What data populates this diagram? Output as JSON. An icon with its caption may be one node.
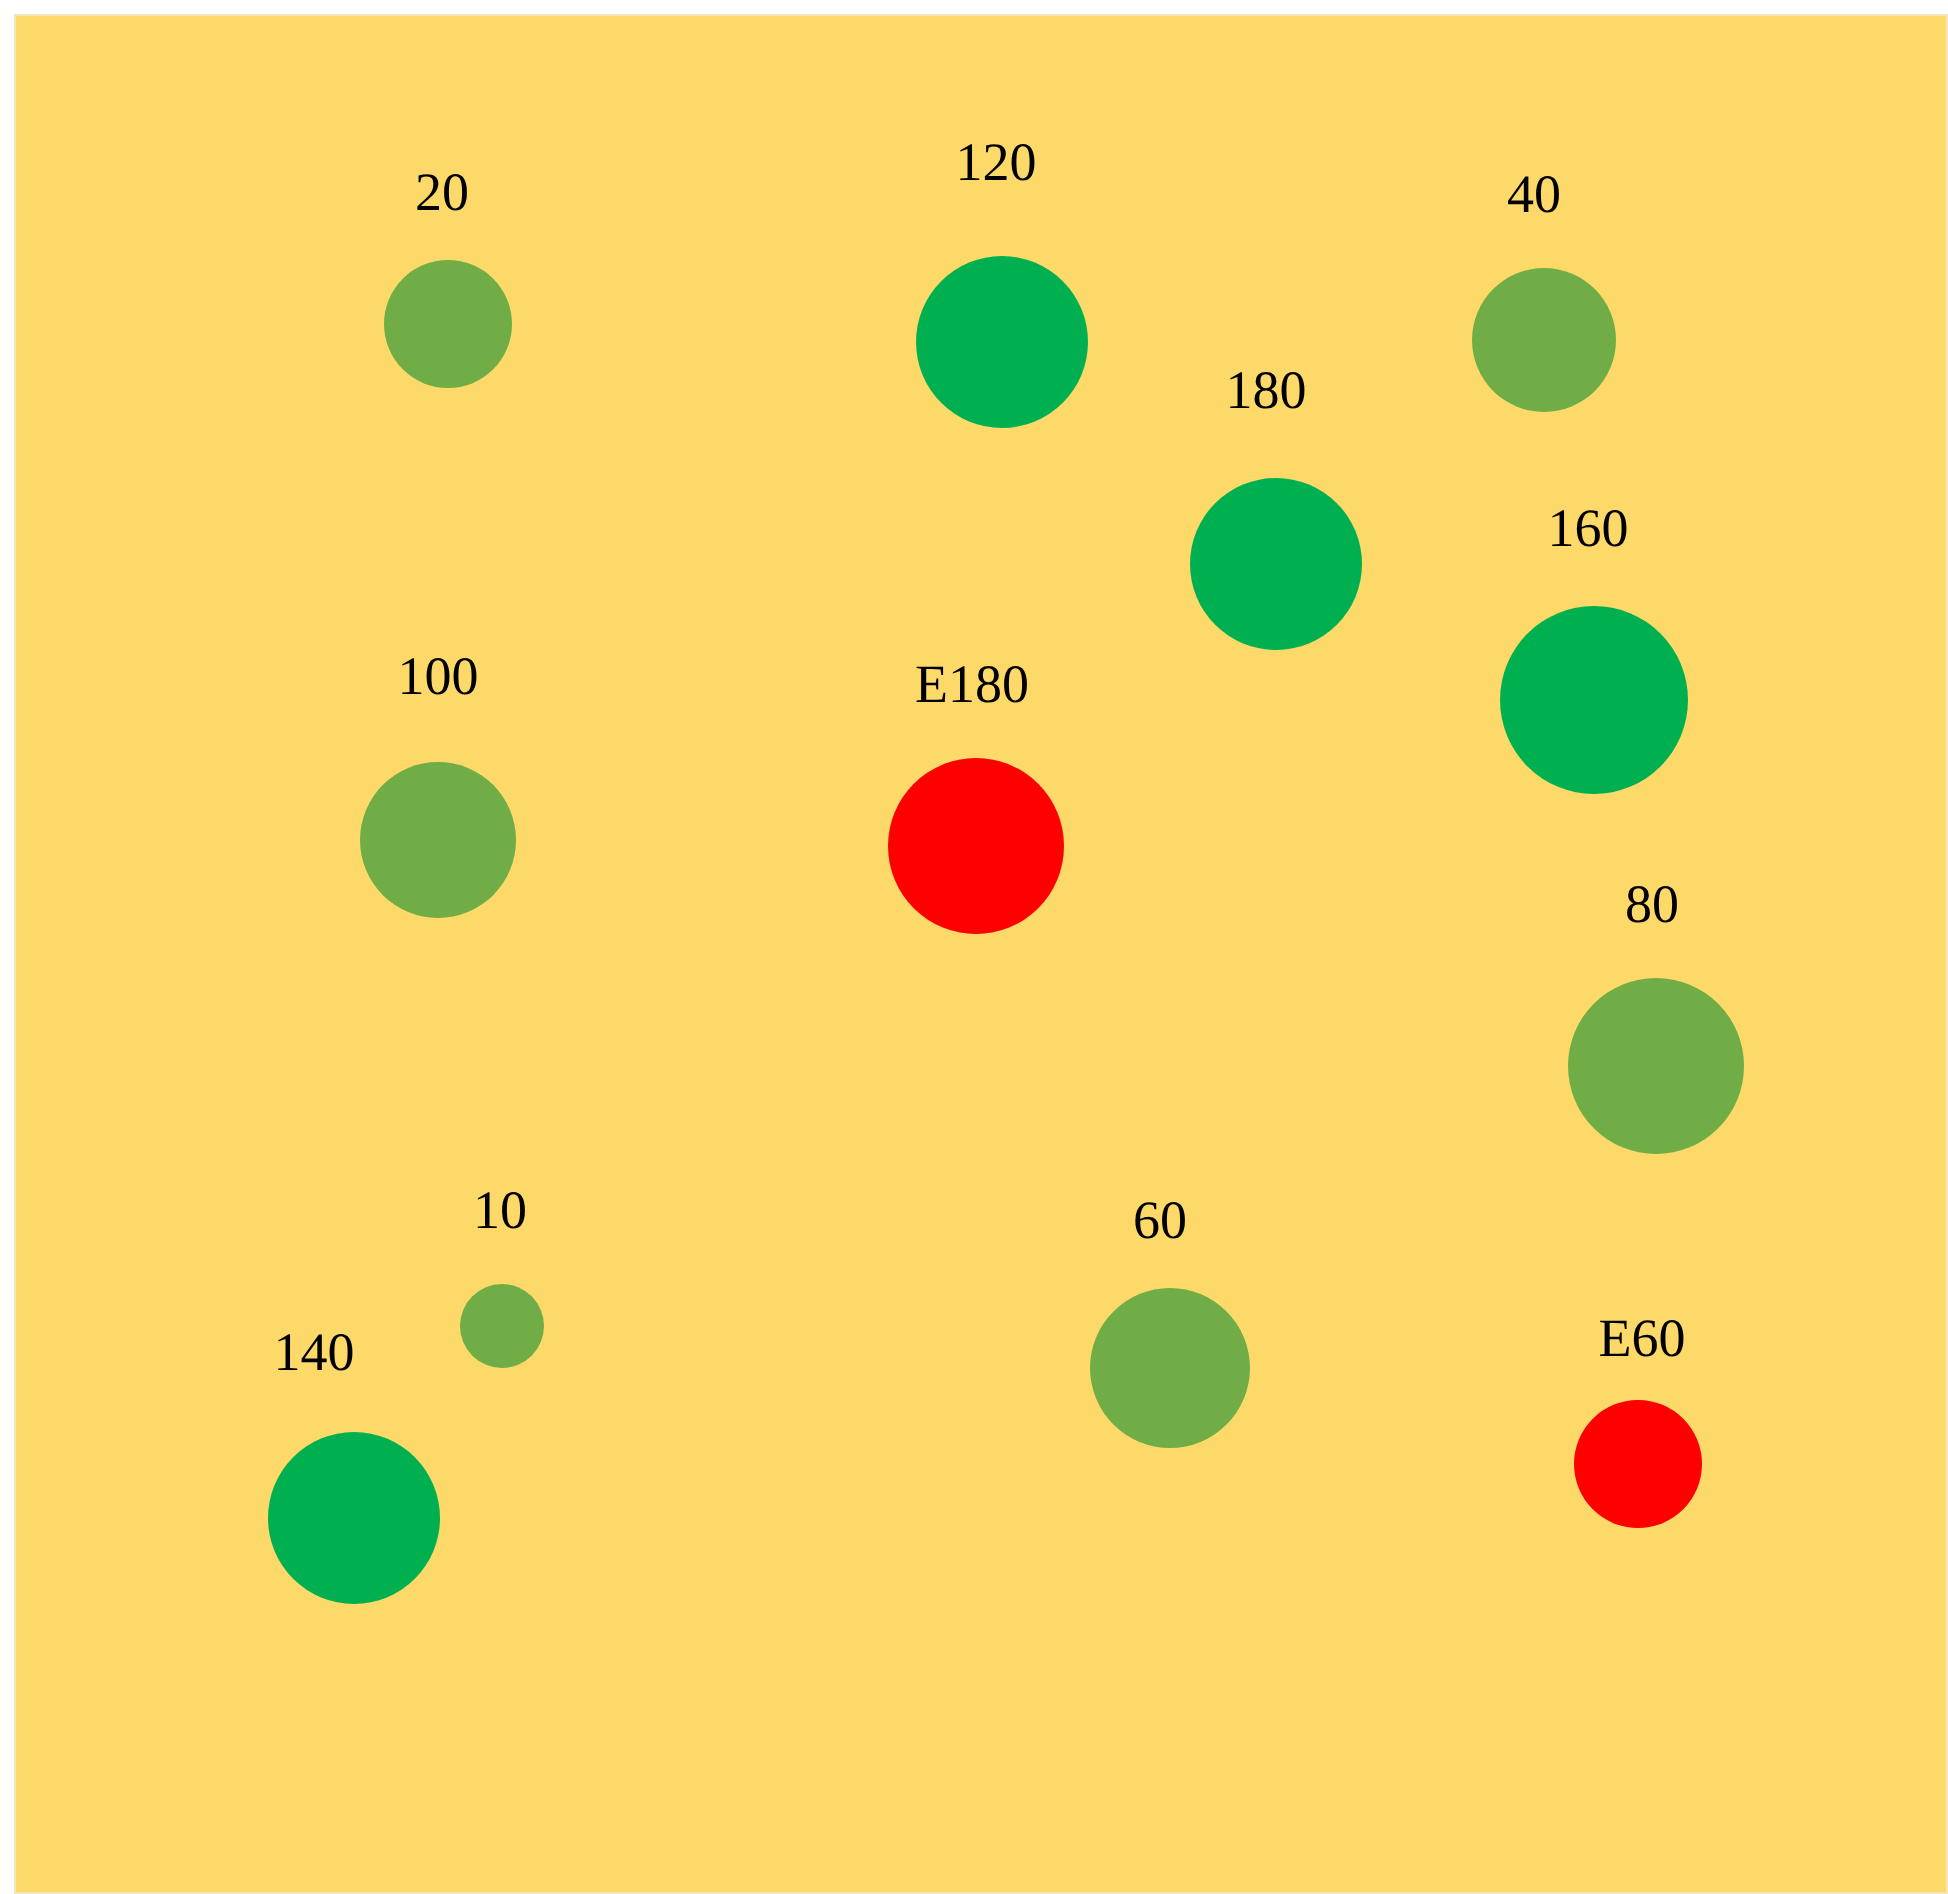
{
  "diagram": {
    "nodes": [
      {
        "text": [
          "120"
        ]
      },
      {
        "text": [
          "20"
        ]
      },
      {
        "text": [
          "40"
        ]
      },
      {
        "text": [
          "180"
        ]
      },
      {
        "text": [
          "160"
        ]
      },
      {
        "text": [
          "100"
        ]
      },
      {
        "text": [
          "E180"
        ]
      },
      {
        "text": [
          "80"
        ]
      },
      {
        "text": [
          "10"
        ]
      },
      {
        "text": [
          "60"
        ]
      },
      {
        "text": [
          "140"
        ]
      },
      {
        "text": [
          "E60"
        ]
      }
    ]
  }
}
